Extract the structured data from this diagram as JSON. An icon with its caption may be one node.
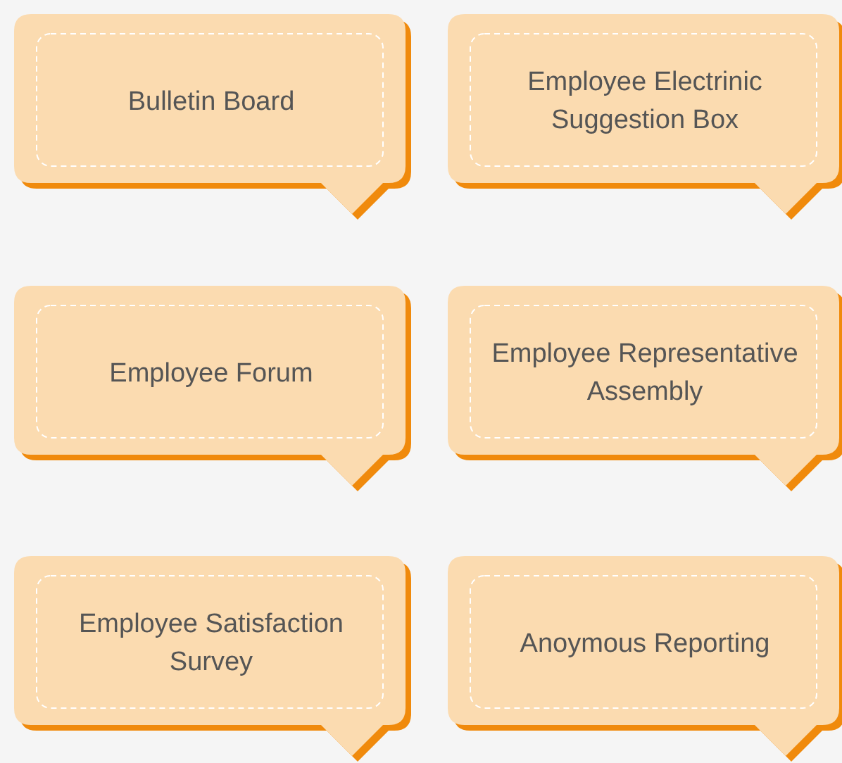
{
  "diagram": {
    "nodes": [
      {
        "text": [
          "Bulletin Board"
        ]
      },
      {
        "text": [
          "Employee Electrinic Suggestion Box"
        ]
      },
      {
        "text": [
          "Employee Forum"
        ]
      },
      {
        "text": [
          "Employee Representative Assembly"
        ]
      },
      {
        "text": [
          "Employee Satisfaction Survey"
        ]
      },
      {
        "text": [
          "Anoymous Reporting"
        ]
      }
    ]
  }
}
